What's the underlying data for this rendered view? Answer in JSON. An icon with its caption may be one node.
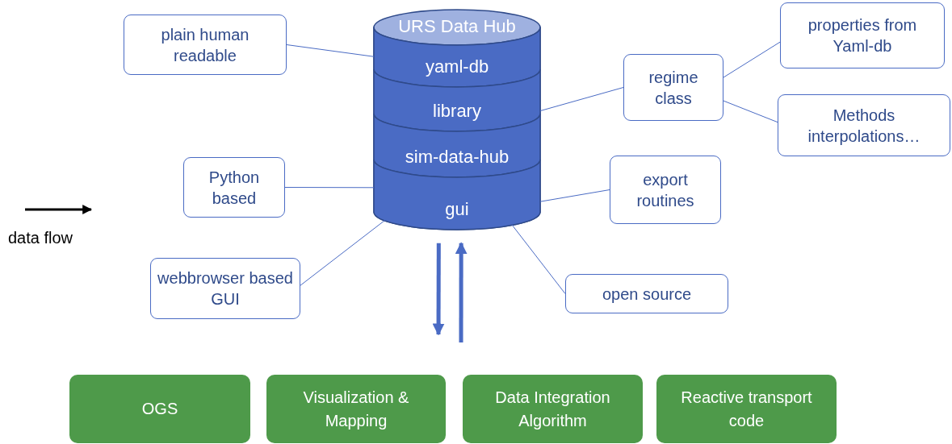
{
  "diagram": {
    "nodes": [
      {
        "text": [
          "URS Data Hub"
        ]
      },
      {
        "text": [
          "yaml-db"
        ],
        "in": 0
      },
      {
        "text": [
          "library"
        ],
        "in": 0
      },
      {
        "text": [
          "sim-data-hub"
        ],
        "in": 0
      },
      {
        "text": [
          "gui"
        ],
        "in": 0
      },
      {
        "text": [
          "plain human readable"
        ]
      },
      {
        "text": [
          "properties from Yaml-db"
        ]
      },
      {
        "text": [
          "regime class"
        ]
      },
      {
        "text": [
          "Methods interpolations…"
        ]
      },
      {
        "text": [
          "Python based"
        ]
      },
      {
        "text": [
          "export routines"
        ]
      },
      {
        "text": [
          "webbrowser based GUI"
        ]
      },
      {
        "text": [
          "open source"
        ]
      },
      {
        "text": [
          "OGS"
        ]
      },
      {
        "text": [
          "Visualization & Mapping"
        ]
      },
      {
        "text": [
          "Data Integration Algorithm"
        ]
      },
      {
        "text": [
          "Reactive transport code"
        ]
      }
    ],
    "edges": [
      {
        "from": 5,
        "to": 1,
        "arrow": "none"
      },
      {
        "from": 2,
        "to": 7,
        "arrow": "none"
      },
      {
        "from": 7,
        "to": 6,
        "arrow": "none"
      },
      {
        "from": 7,
        "to": 8,
        "arrow": "none"
      },
      {
        "from": 9,
        "to": 4,
        "arrow": "none"
      },
      {
        "from": 4,
        "to": 10,
        "arrow": "none"
      },
      {
        "from": 11,
        "to": 4,
        "arrow": "none"
      },
      {
        "from": 4,
        "to": 12,
        "arrow": "none"
      },
      {
        "from": 0,
        "to": null,
        "arrow": "to",
        "style": "thick"
      },
      {
        "from": null,
        "to": 0,
        "arrow": "to",
        "style": "thick"
      }
    ],
    "legend": [
      {
        "text": "data flow"
      }
    ]
  }
}
